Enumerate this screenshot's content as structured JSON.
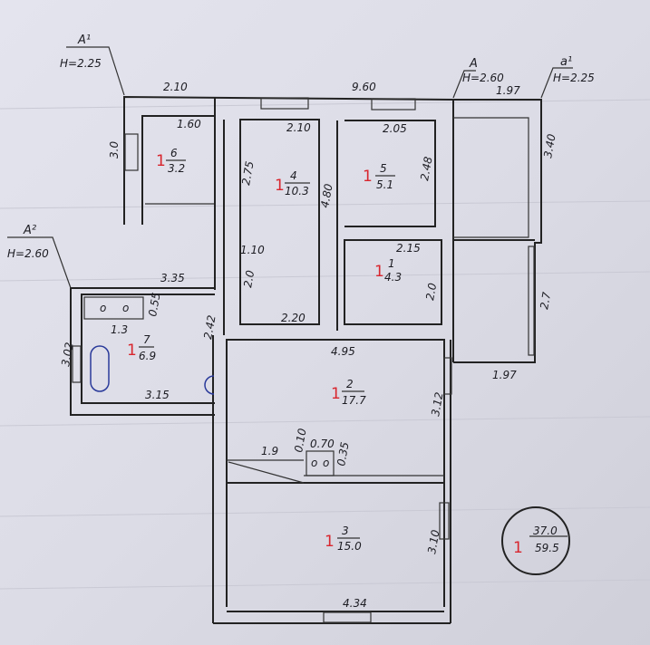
{
  "title": "Floor plan (hand-drawn)",
  "level_marks": [
    {
      "letter": "A¹",
      "height": "H=2.25"
    },
    {
      "letter": "A²",
      "height": "H=2.60"
    },
    {
      "letter": "A",
      "height": "H=2.60"
    },
    {
      "letter": "a¹",
      "height": "H=2.25"
    }
  ],
  "rooms": [
    {
      "floor": "1",
      "number": "6",
      "area": "3.2"
    },
    {
      "floor": "1",
      "number": "4",
      "area": "10.3"
    },
    {
      "floor": "1",
      "number": "5",
      "area": "5.1"
    },
    {
      "floor": "1",
      "number": "1",
      "area": "4.3"
    },
    {
      "floor": "1",
      "number": "7",
      "area": "6.9"
    },
    {
      "floor": "1",
      "number": "2",
      "area": "17.7"
    },
    {
      "floor": "1",
      "number": "3",
      "area": "15.0"
    }
  ],
  "dimensions": {
    "top_left": "2.10",
    "top_main": "9.60",
    "top_annex": "1.97",
    "r6_width": "1.60",
    "r6_height": "3.0",
    "r4_width": "2.10",
    "r4_side": "2.75",
    "r4_height": "4.80",
    "r4_lower": "1.10",
    "r4_lower_h": "2.0",
    "r4_bottom": "2.20",
    "r5_width": "2.05",
    "r5_height": "2.48",
    "r1_width": "2.15",
    "r1_height": "2.0",
    "annex_upper_h": "3.40",
    "annex_lower_h": "2.7",
    "annex_bottom": "1.97",
    "r7_top": "3.35",
    "r7_height": "3.02",
    "r7_bottom": "3.15",
    "r7_stove_w": "1.3",
    "r7_stove_d": "0.55",
    "r7_side": "2.42",
    "r2_width": "4.95",
    "r2_height": "3.12",
    "r2_partition": "1.9",
    "r2_gap": "0.10",
    "r2_stove_w": "0.70",
    "r2_stove_d": "0.35",
    "r3_height": "3.10",
    "r3_width": "4.34"
  },
  "summary": {
    "floor": "1",
    "living_area": "37.0",
    "total_area": "59.5"
  }
}
